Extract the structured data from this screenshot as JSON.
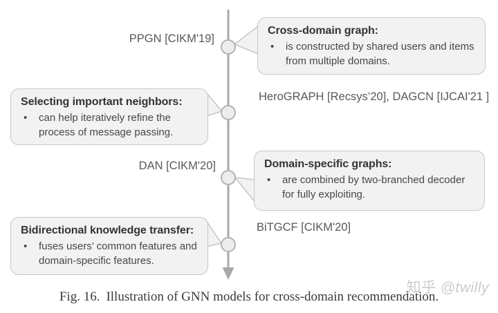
{
  "colors": {
    "box_fill": "#f2f2f2",
    "box_border": "#c6c6c6",
    "timeline_line": "#a9a9a9",
    "node_fill": "#ededed",
    "node_border": "#b3b3b3",
    "title_text": "#333333",
    "body_text": "#464646",
    "label_text": "#585858",
    "caption_text": "#3a3a3a",
    "watermark_text": "#cbcbcb"
  },
  "bullet_glyph": "•",
  "callouts": [
    {
      "side": "right",
      "title": "Cross-domain graph:",
      "bullet": "is constructed by shared users and items from multiple domains."
    },
    {
      "side": "left",
      "title": "Selecting important neighbors:",
      "bullet": "can help iteratively refine the process of message passing."
    },
    {
      "side": "right",
      "title": "Domain-specific graphs:",
      "bullet": "are combined by two-branched decoder for fully exploiting."
    },
    {
      "side": "left",
      "title": "Bidirectional knowledge transfer:",
      "bullet": "fuses users’ common features and domain-specific features."
    }
  ],
  "timeline_labels": [
    {
      "text": "PPGN [CIKM'19]"
    },
    {
      "text": "HeroGRAPH [Recsys’20], DAGCN [IJCAI'21 ]"
    },
    {
      "text": "DAN [CIKM'20]"
    },
    {
      "text": "BiTGCF [CIKM'20]"
    }
  ],
  "caption": {
    "prefix": "Fig. 16.",
    "text": "Illustration of GNN models for cross-domain recommendation."
  },
  "watermark": {
    "brand": "知乎",
    "handle": "@twilly"
  }
}
